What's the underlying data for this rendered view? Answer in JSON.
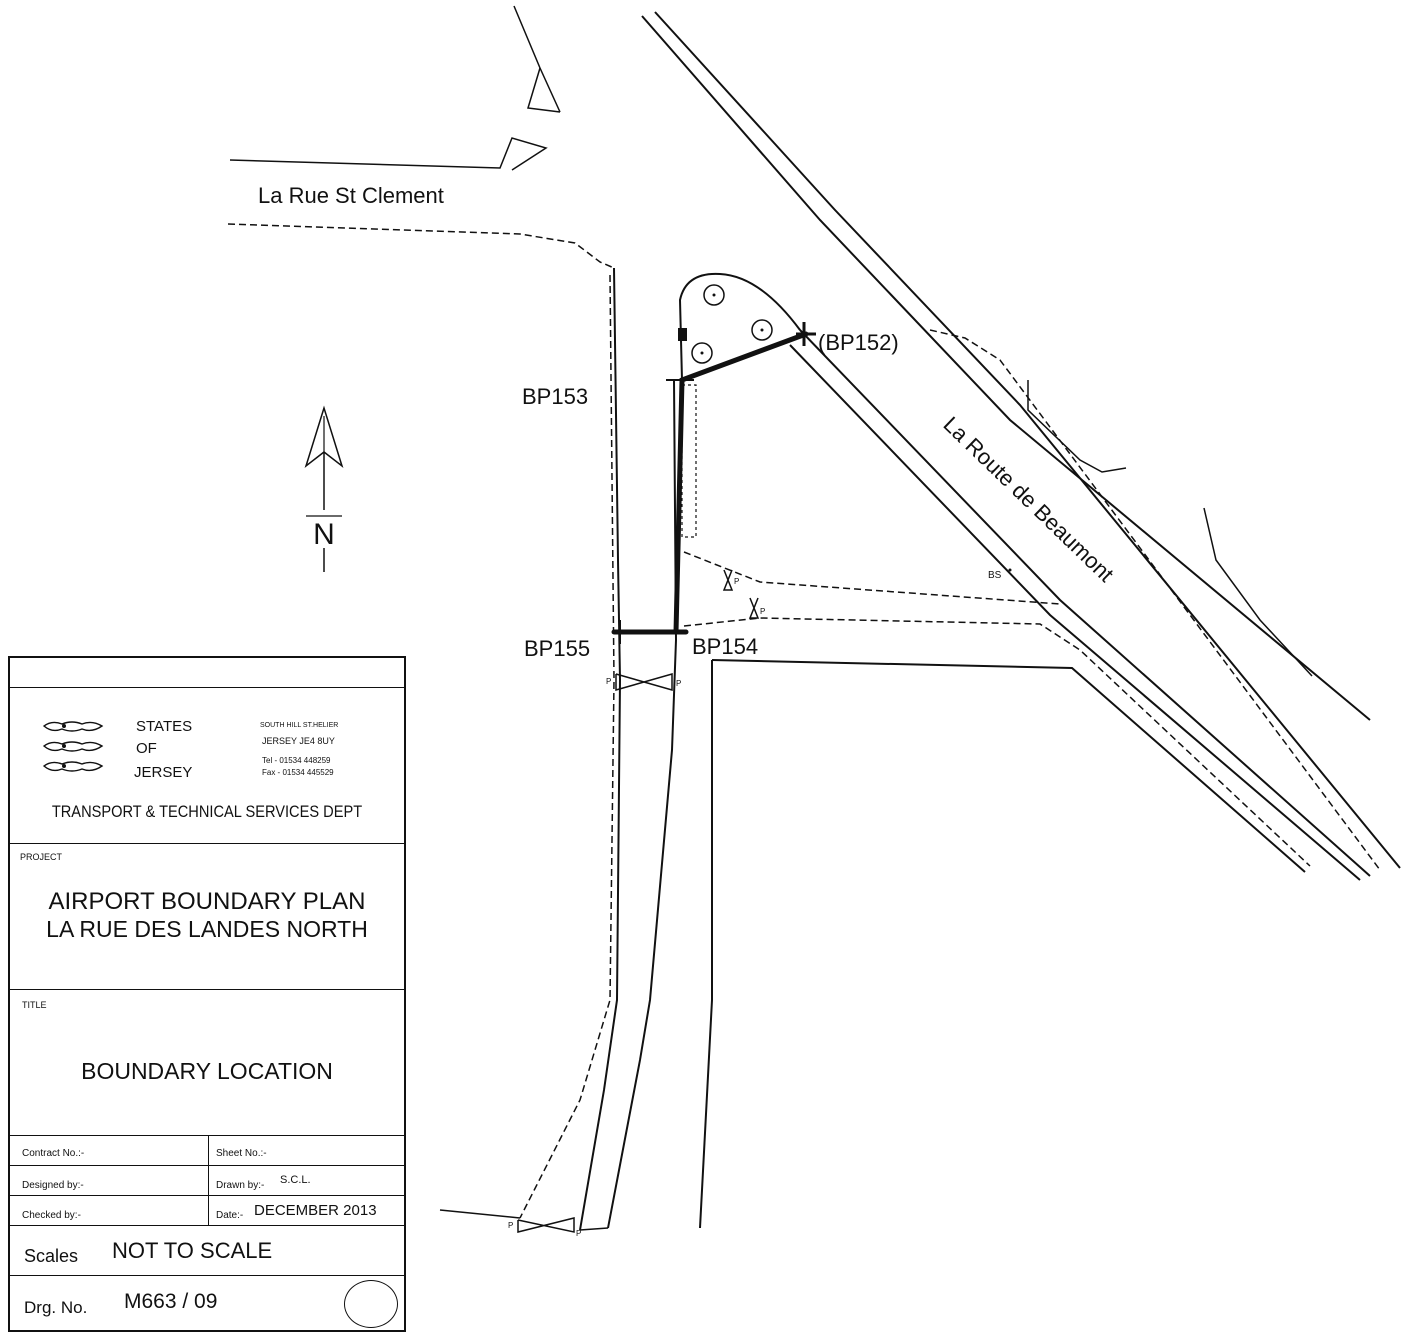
{
  "map": {
    "streets": {
      "rue_st_clement": "La Rue St Clement",
      "route_de_beaumont": "La Route de Beaumont"
    },
    "boundary_points": {
      "bp152": "(BP152)",
      "bp153": "BP153",
      "bp154": "BP154",
      "bp155": "BP155"
    },
    "north_label": "N",
    "post_marker": "P",
    "bus_stop": "BS"
  },
  "title_block": {
    "org": {
      "line1": "STATES",
      "line2": "OF",
      "line3": "JERSEY",
      "address1": "SOUTH HILL ST.HELIER",
      "address2": "JERSEY  JE4 8UY",
      "tel": "Tel - 01534 448259",
      "fax": "Fax - 01534 445529"
    },
    "department": "TRANSPORT & TECHNICAL SERVICES DEPT",
    "project_label": "PROJECT",
    "project_line1": "AIRPORT BOUNDARY PLAN",
    "project_line2": "LA RUE DES LANDES NORTH",
    "title_label": "TITLE",
    "title": "BOUNDARY LOCATION",
    "contract_label": "Contract No.:-",
    "contract_value": "",
    "sheet_label": "Sheet No.:-",
    "sheet_value": "",
    "designed_label": "Designed by:-",
    "designed_value": "",
    "drawn_label": "Drawn by:-",
    "drawn_value": "S.C.L.",
    "checked_label": "Checked by:-",
    "checked_value": "",
    "date_label": "Date:-",
    "date_value": "DECEMBER 2013",
    "scales_label": "Scales",
    "scales_value": "NOT TO SCALE",
    "drg_label": "Drg. No.",
    "drg_value": "M663 / 09"
  }
}
